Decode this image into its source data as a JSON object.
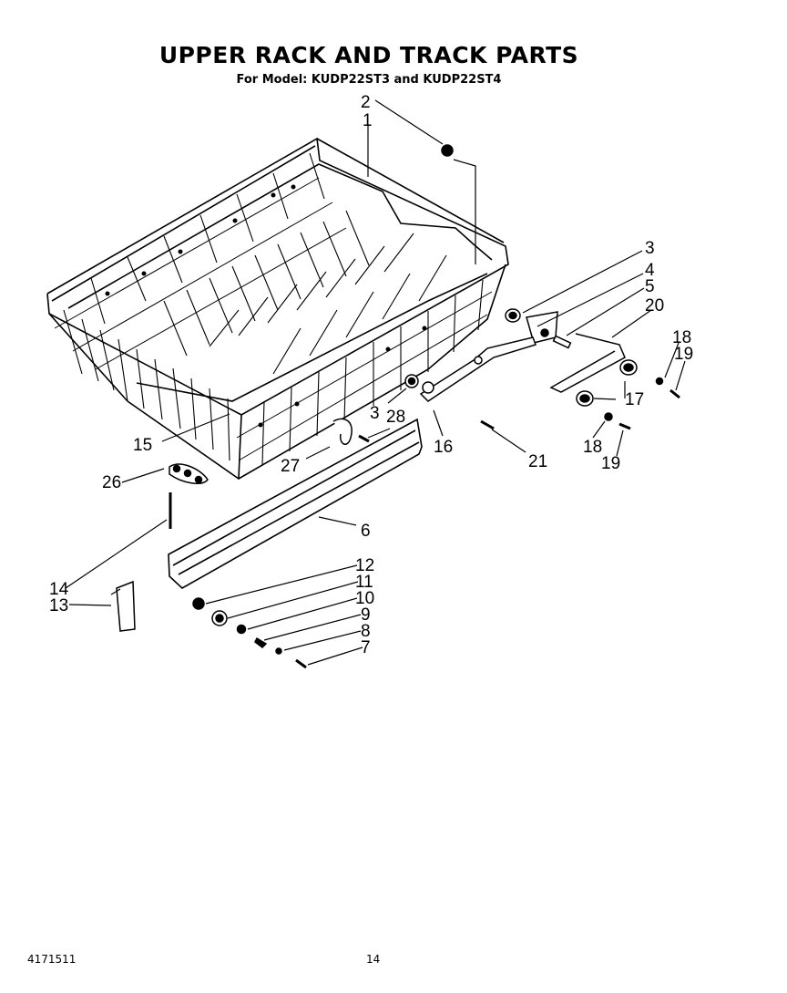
{
  "title": "UPPER RACK AND TRACK PARTS",
  "subtitle": "For Model: KUDP22ST3 and KUDP22ST4",
  "callouts": {
    "c1": "1",
    "c2": "2",
    "c3a": "3",
    "c3b": "3",
    "c4": "4",
    "c5": "5",
    "c6": "6",
    "c7": "7",
    "c8": "8",
    "c9": "9",
    "c10": "10",
    "c11": "11",
    "c12": "12",
    "c13": "13",
    "c14": "14",
    "c15": "15",
    "c16": "16",
    "c17": "17",
    "c18a": "18",
    "c18b": "18",
    "c19a": "19",
    "c19b": "19",
    "c20": "20",
    "c21": "21",
    "c26": "26",
    "c27": "27",
    "c28": "28"
  },
  "footer": {
    "doc_number": "4171511",
    "page_number": "14"
  }
}
